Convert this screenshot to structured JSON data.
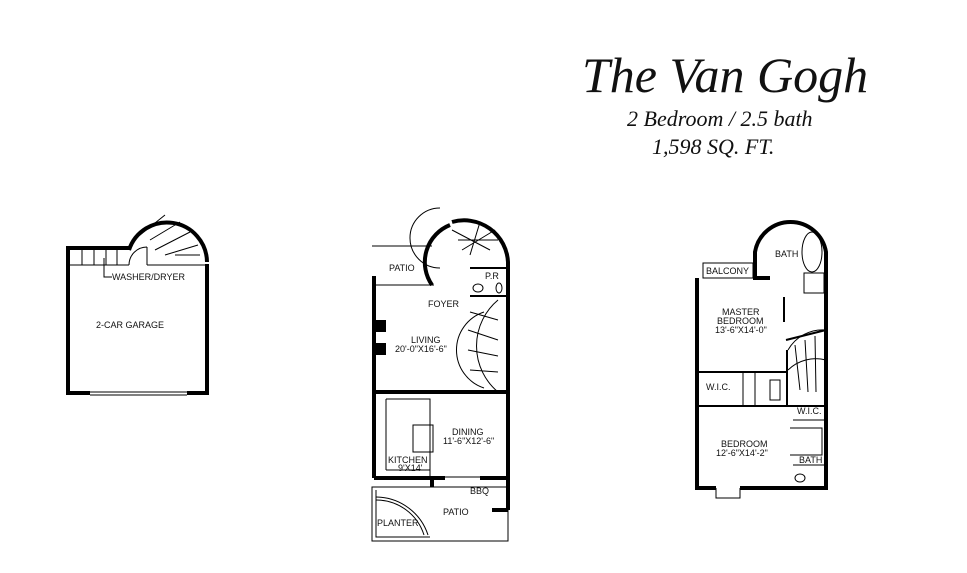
{
  "header": {
    "plan_name": "The Van Gogh",
    "bed_bath": "2 Bedroom / 2.5 bath",
    "square_feet": "1,598 SQ. FT."
  },
  "garage_level": {
    "washer_dryer": "WASHER/DRYER",
    "garage": "2-CAR GARAGE"
  },
  "main_level": {
    "patio_top": "PATIO",
    "powder_room": "P.R",
    "foyer": "FOYER",
    "living": "LIVING",
    "living_size": "20'-0\"X16'-6\"",
    "dining": "DINING",
    "dining_size": "11'-6\"X12'-6\"",
    "kitchen": "KITCHEN",
    "kitchen_size": "9'X14'",
    "bbq": "BBQ",
    "patio_bottom": "PATIO",
    "planter": "PLANTER"
  },
  "upper_level": {
    "bath_master": "BATH",
    "balcony": "BALCONY",
    "master": "MASTER",
    "master2": "BEDROOM",
    "master_size": "13'-6\"X14'-0\"",
    "wic_left": "W.I.C.",
    "wic_right": "W.I.C.",
    "bedroom": "BEDROOM",
    "bedroom_size": "12'-6\"X14'-2\"",
    "bath_second": "BATH"
  }
}
